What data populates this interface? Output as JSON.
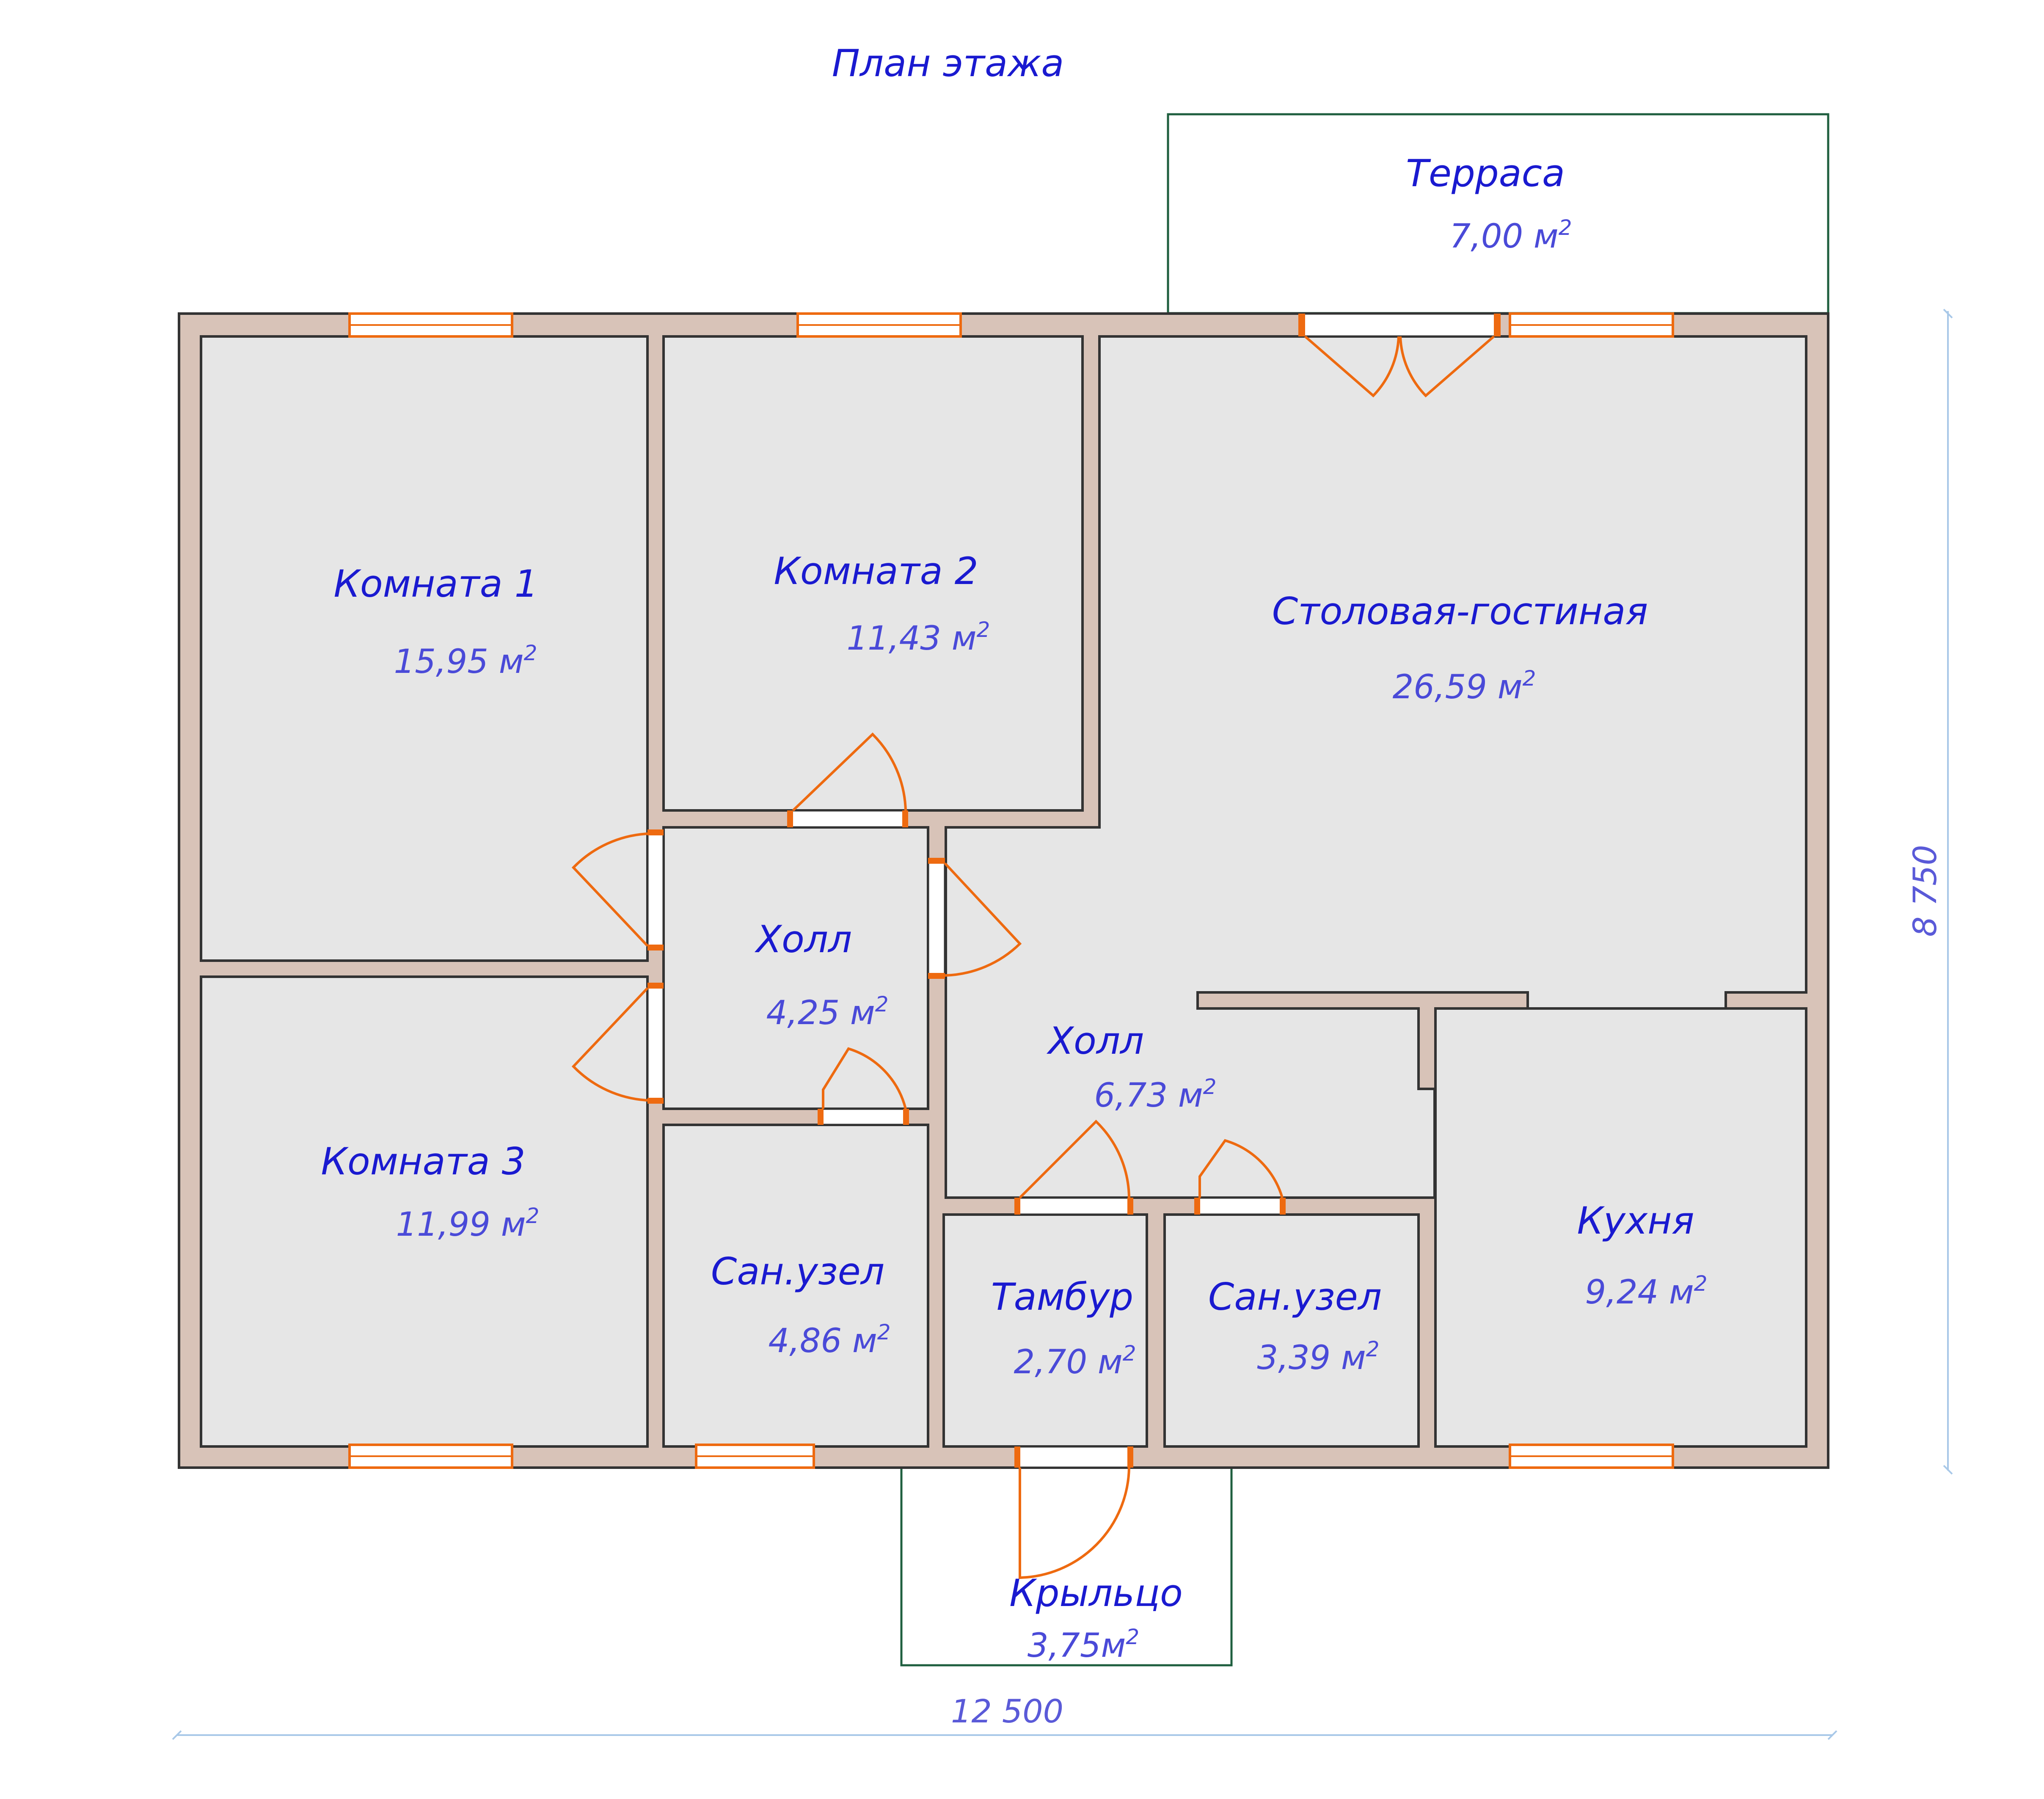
{
  "title": "План этажа",
  "rooms": [
    {
      "name": "Терраса",
      "area": "7,00 м"
    },
    {
      "name": "Комната 1",
      "area": "15,95 м"
    },
    {
      "name": "Комната 2",
      "area": "11,43 м"
    },
    {
      "name": "Столовая-гостиная",
      "area": "26,59 м"
    },
    {
      "name": "Холл",
      "area": "4,25 м"
    },
    {
      "name": "Холл",
      "area": "6,73 м"
    },
    {
      "name": "Комната 3",
      "area": "11,99 м"
    },
    {
      "name": "Сан.узел",
      "area": "4,86 м"
    },
    {
      "name": "Тамбур",
      "area": "2,70 м"
    },
    {
      "name": "Сан.узел",
      "area": "3,39 м"
    },
    {
      "name": "Кухня",
      "area": "9,24 м"
    },
    {
      "name": "Крыльцо",
      "area": "3,75м"
    }
  ],
  "area_unit_sup": "2",
  "dimensions": {
    "width": "12 500",
    "height": "8 750"
  },
  "colors": {
    "wall": "#d8c3b8",
    "room": "#e6e6e6",
    "door": "#ee6a10",
    "label": "#1a1ad0",
    "outline": "#1f5f3f"
  }
}
